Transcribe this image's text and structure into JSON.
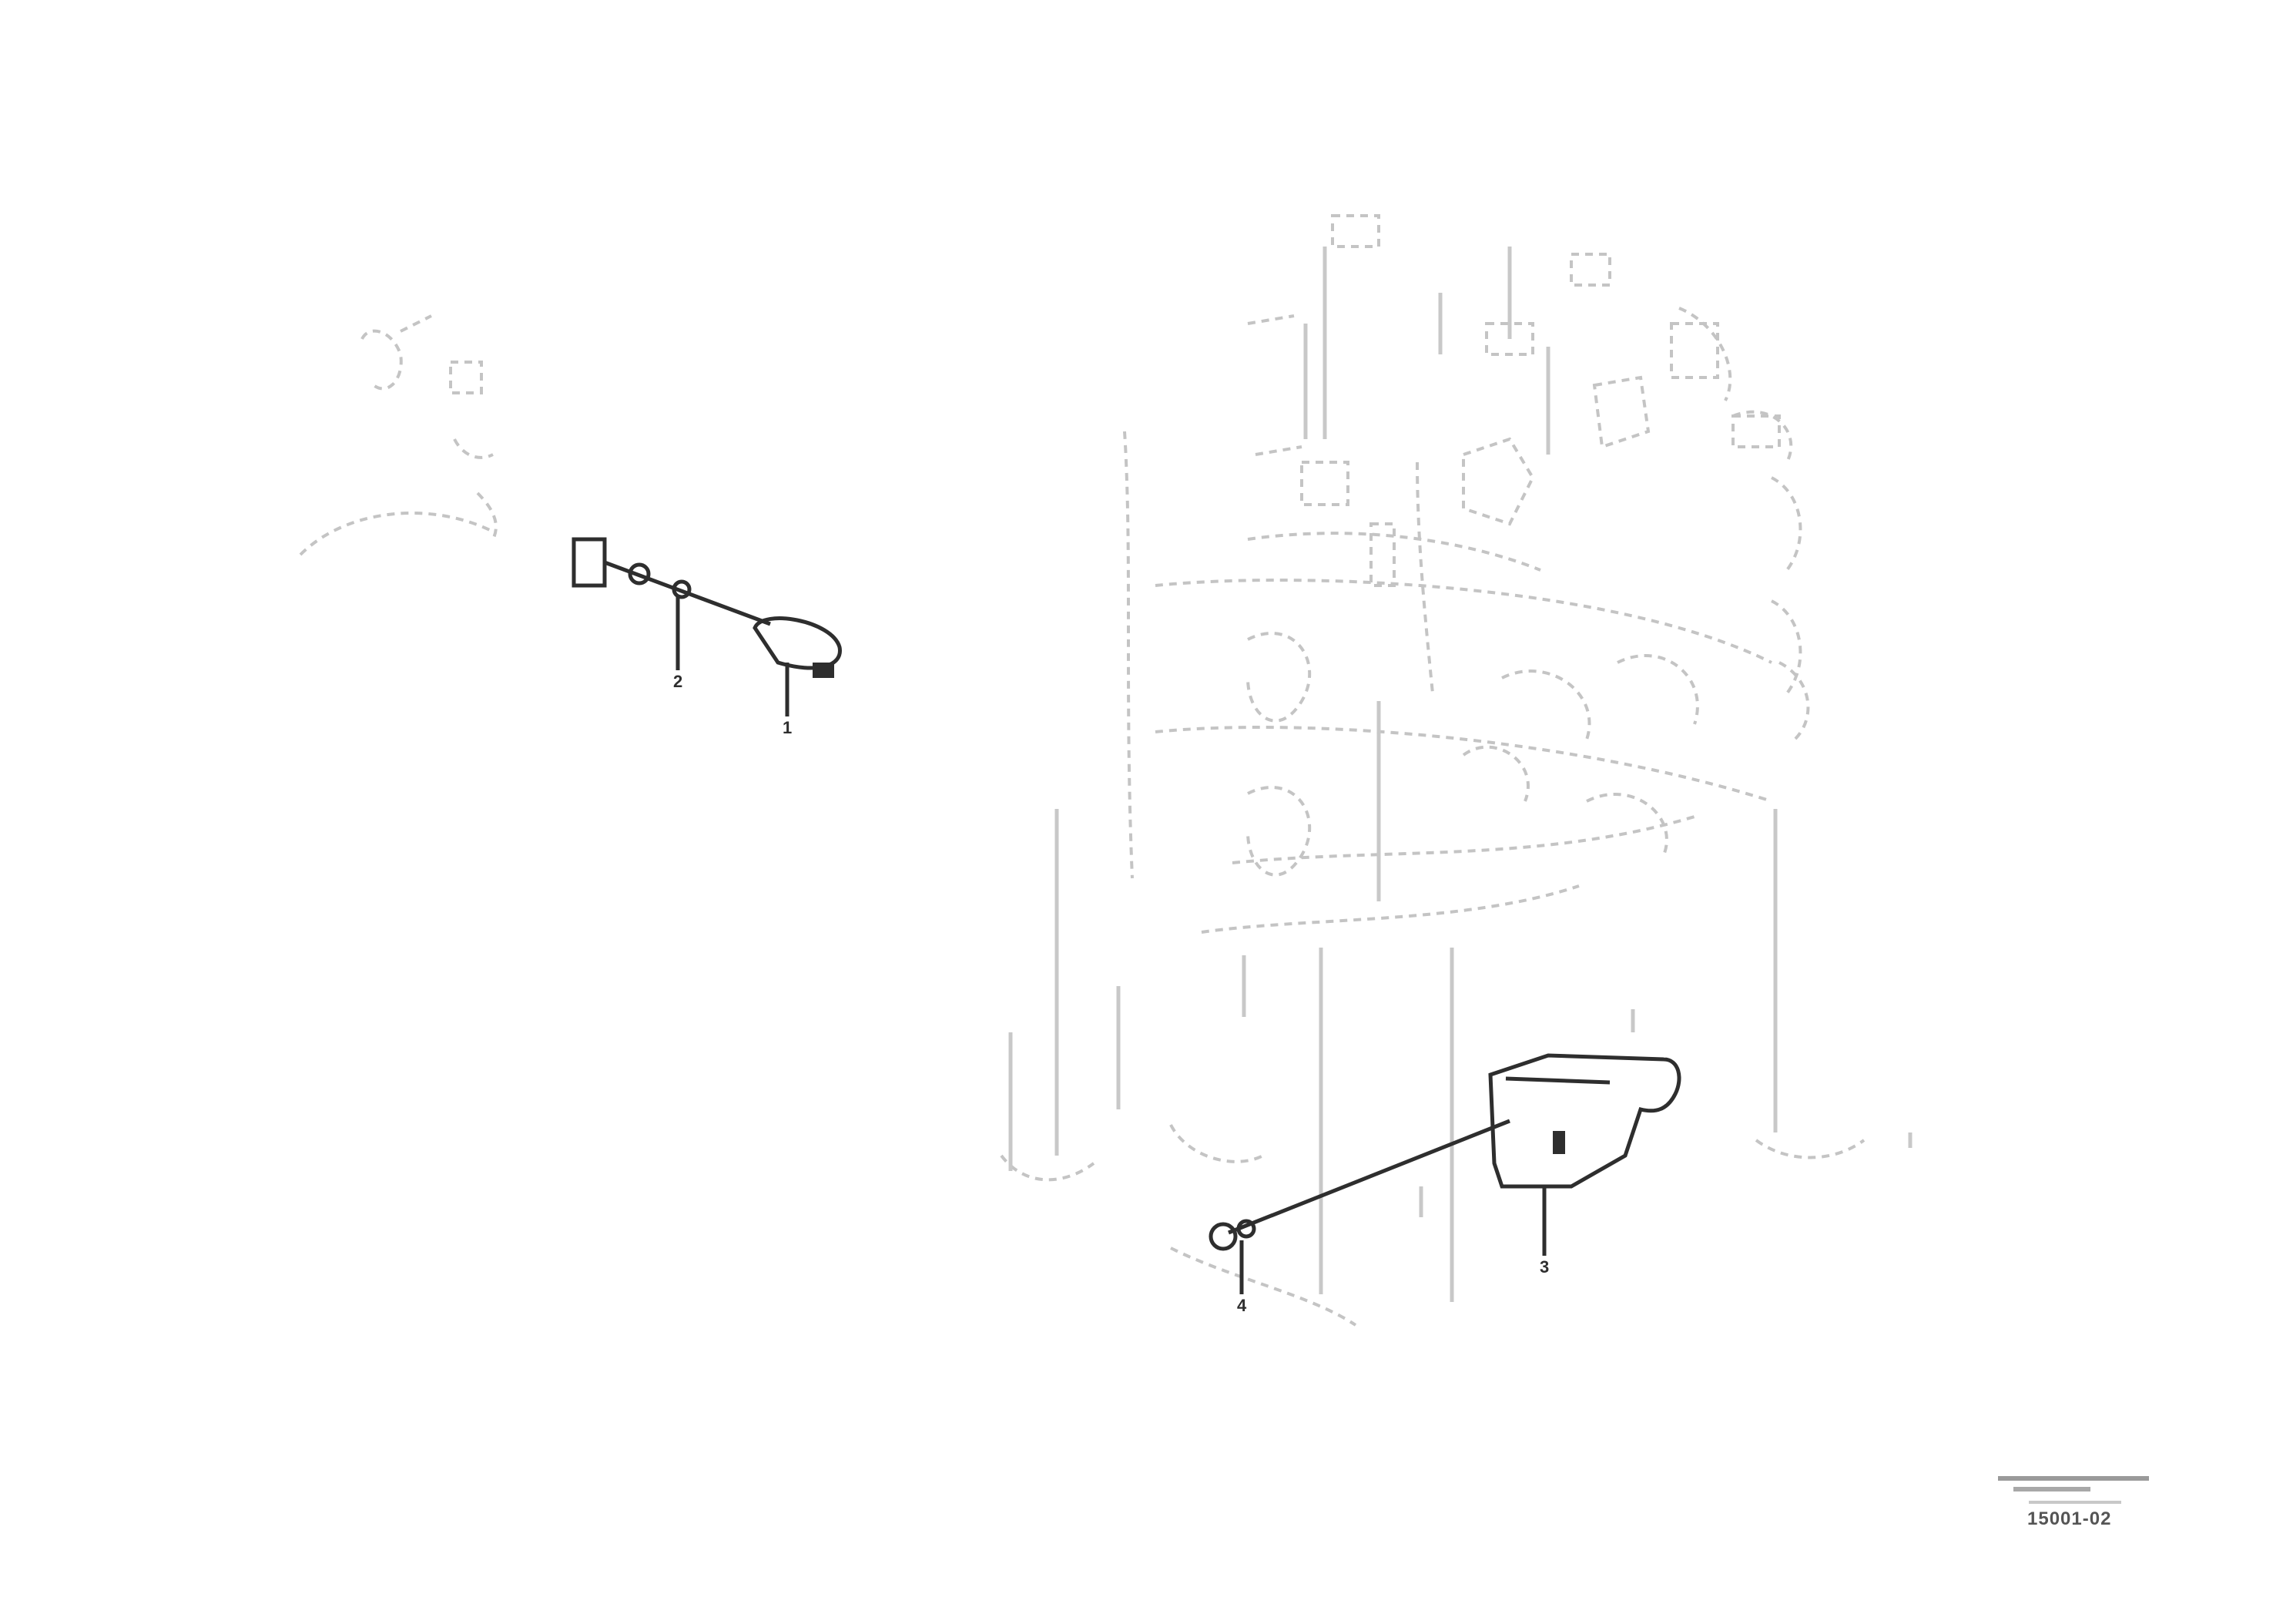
{
  "drawing": {
    "callouts": {
      "left_pipe_top": "2",
      "left_pipe_bottom": "1",
      "bottom_pipe": "4",
      "bottom_bracket": "3"
    },
    "stamp_code": "15001-02"
  }
}
